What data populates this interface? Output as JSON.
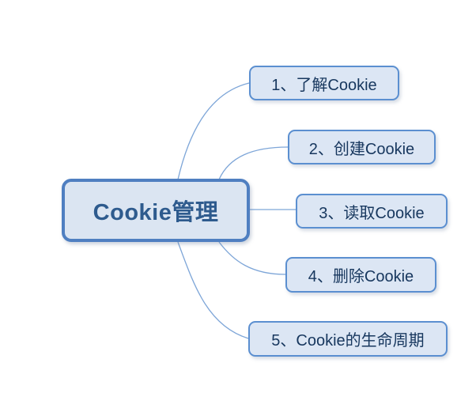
{
  "diagram": {
    "type": "mindmap",
    "root": {
      "label": "Cookie管理"
    },
    "branches": [
      {
        "id": 1,
        "label": "1、了解Cookie"
      },
      {
        "id": 2,
        "label": "2、创建Cookie"
      },
      {
        "id": 3,
        "label": "3、读取Cookie"
      },
      {
        "id": 4,
        "label": "4、删除Cookie"
      },
      {
        "id": 5,
        "label": "5、Cookie的生命周期"
      }
    ],
    "colors": {
      "background": "#ffffff",
      "node_fill": "#dce6f4",
      "root_fill": "#dbe5f2",
      "branch_border": "#5b8fd0",
      "root_border": "#4f7fc1",
      "branch_text": "#17375e",
      "root_text": "#2e5b8e",
      "connector": "#7ea6d8"
    }
  }
}
